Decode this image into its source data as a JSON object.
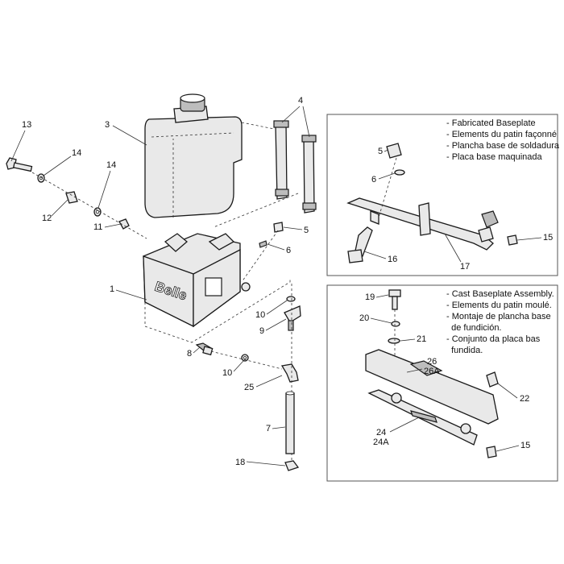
{
  "callouts": {
    "c1": "1",
    "c3": "3",
    "c4": "4",
    "c5": "5",
    "c6": "6",
    "c7": "7",
    "c8": "8",
    "c9": "9",
    "c10a": "10",
    "c10b": "10",
    "c11": "11",
    "c12": "12",
    "c13": "13",
    "c14a": "14",
    "c14b": "14",
    "c18": "18",
    "c25": "25",
    "p1_5": "5",
    "p1_6": "6",
    "p1_15": "15",
    "p1_16": "16",
    "p1_17": "17",
    "p2_19": "19",
    "p2_20": "20",
    "p2_21": "21",
    "p2_22": "22",
    "p2_26": "26",
    "p2_26a": "26A",
    "p2_24": "24",
    "p2_24a": "24A",
    "p2_15": "15"
  },
  "brand_logo": "Belle",
  "panel_fabricated": {
    "lines": [
      "- Fabricated Baseplate",
      "- Elements du patin façonné",
      "- Plancha  base de soldadura",
      "- Placa base maquinada"
    ]
  },
  "panel_cast": {
    "lines": [
      "- Cast Baseplate Assembly.",
      "- Elements du patin moulé.",
      "- Montaje de plancha base",
      "  de fundición.",
      "- Conjunto da placa bas",
      "  fundida."
    ]
  },
  "colors": {
    "line": "#1a1a1a",
    "part_fill": "#e9e9e9",
    "panel_border": "#555555"
  }
}
